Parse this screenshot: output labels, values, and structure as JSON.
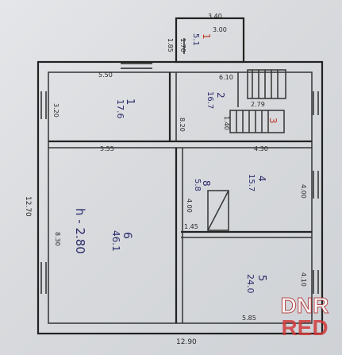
{
  "plan": {
    "overall_width": "12.90",
    "overall_depth": "12.70",
    "porch": {
      "outer": "3.40",
      "inner": "3.00",
      "side_left": "1.85",
      "side_inner": "1.70",
      "room_num": "1",
      "area": "5.1"
    },
    "rooms": [
      {
        "key": "r1",
        "num": "1",
        "area": "17.6",
        "w": "5.50",
        "d": "3.20"
      },
      {
        "key": "r2",
        "num": "2",
        "area": "16.7",
        "w": "6.10",
        "d": "8.20"
      },
      {
        "key": "r3",
        "num": "3",
        "stair_w": "2.79",
        "stair_d": "1.40"
      },
      {
        "key": "r4",
        "num": "4",
        "area": "15.7",
        "w": "4.30",
        "d": "4.00"
      },
      {
        "key": "r5",
        "num": "5",
        "area": "24.0",
        "w": "5.85",
        "d": "4.10"
      },
      {
        "key": "r6",
        "num": "6",
        "area": "46.1",
        "w": "5.55",
        "d": "8.30"
      },
      {
        "key": "r8",
        "num": "8",
        "area": "5.8",
        "d": "4.00",
        "w2": "1.45"
      }
    ],
    "height_note": "h - 2.80"
  },
  "watermark": {
    "line1": "DNR",
    "line2": "RED"
  }
}
